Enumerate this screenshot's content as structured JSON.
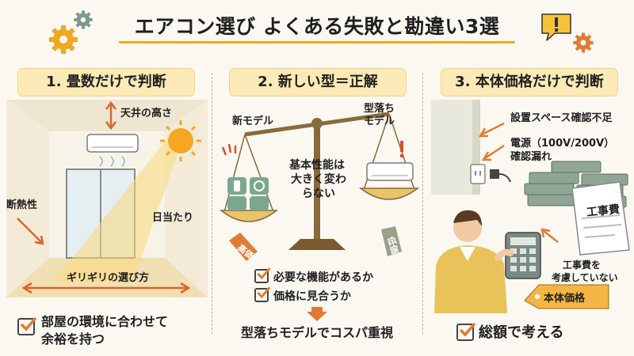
{
  "title": "エアコン選び よくある失敗と勘違い3選",
  "colors": {
    "accent": "#f0a81e",
    "panel": "#fbeab6",
    "wall": "#f6f1e6",
    "red": "#e04e2a"
  },
  "sections": [
    {
      "heading": "1. 畳数だけで判断",
      "labels": {
        "ceiling": "天井の高さ",
        "insulation": "断熱性",
        "sunlight": "日当たり",
        "choice": "ギリギリの選び方"
      },
      "bottom": [
        "部屋の環境に合わせて",
        "余裕を持つ"
      ]
    },
    {
      "heading": "2. 新しい型＝正解",
      "labels": {
        "new_model": "新モデル",
        "old_model_1": "型落ち",
        "old_model_2": "モデル",
        "center_1": "基本性能は",
        "center_2": "大きく変わ",
        "center_3": "らない",
        "tag_high": "高価",
        "tag_low": "低価"
      },
      "checks": [
        "必要な機能があるか",
        "価格に見合うか"
      ],
      "bottom": "型落ちモデルでコスパ重視"
    },
    {
      "heading": "3. 本体価格だけで判断",
      "labels": {
        "space": "設置スペース確認不足",
        "power_1": "電源（100V/200V）",
        "power_2": "確認漏れ",
        "invoice": "工事費",
        "not_considered_1": "工事費を",
        "not_considered_2": "考慮していない",
        "tag_price": "本体価格"
      },
      "bottom": "総額で考える"
    }
  ]
}
